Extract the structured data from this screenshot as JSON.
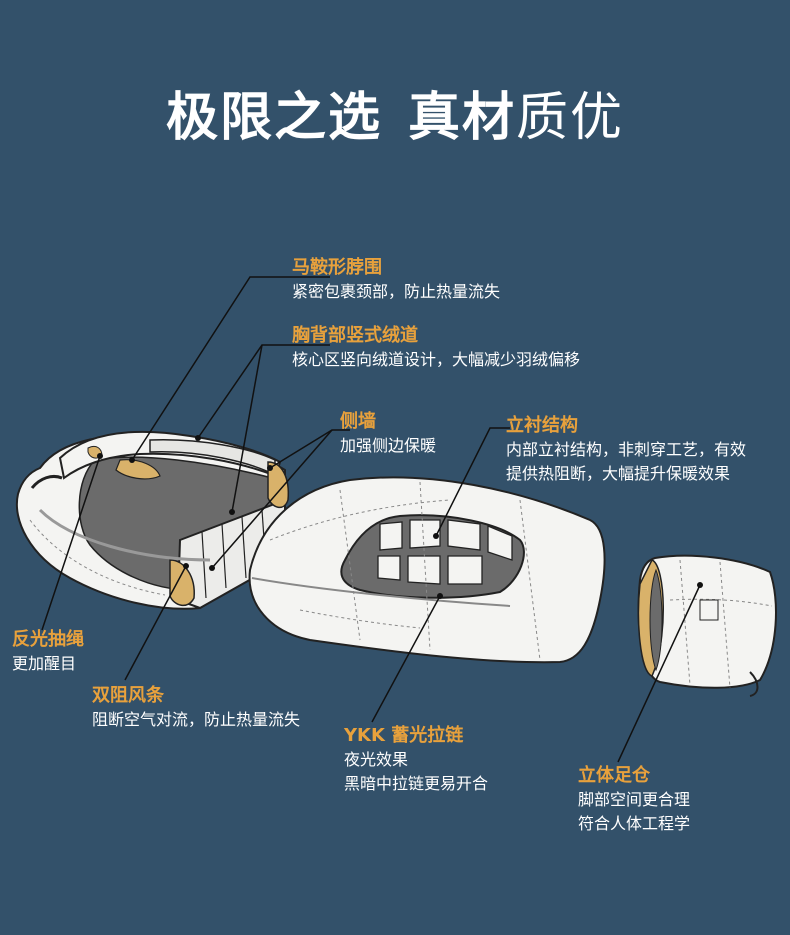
{
  "title": {
    "part1": "极限之选",
    "part2_bold": "真材",
    "part2_light": "质优"
  },
  "callouts": {
    "saddle_collar": {
      "heading": "马鞍形脖围",
      "desc": "紧密包裹颈部，防止热量流失"
    },
    "vertical_channels": {
      "heading": "胸背部竖式绒道",
      "desc": "核心区竖向绒道设计，大幅减少羽绒偏移"
    },
    "side_wall": {
      "heading": "侧墙",
      "desc": "加强侧边保暖"
    },
    "baffle_structure": {
      "heading": "立衬结构",
      "desc1": "内部立衬结构，非刺穿工艺，有效",
      "desc2": "提供热阻断，大幅提升保暖效果"
    },
    "reflective_cord": {
      "heading": "反光抽绳",
      "desc": "更加醒目"
    },
    "draft_tube": {
      "heading": "双阻风条",
      "desc": "阻断空气对流，防止热量流失"
    },
    "ykk_zipper": {
      "heading": "YKK 蓄光拉链",
      "desc1": "夜光效果",
      "desc2": "黑暗中拉链更易开合"
    },
    "footbox": {
      "heading": "立体足仓",
      "desc1": "脚部空间更合理",
      "desc2": "符合人体工程学"
    }
  },
  "colors": {
    "background": "#33516a",
    "accent": "#e8a13c",
    "text": "#ffffff",
    "fill": "#f4f4f2",
    "down": "#d9b26a",
    "inner": "#6b6b6b"
  }
}
